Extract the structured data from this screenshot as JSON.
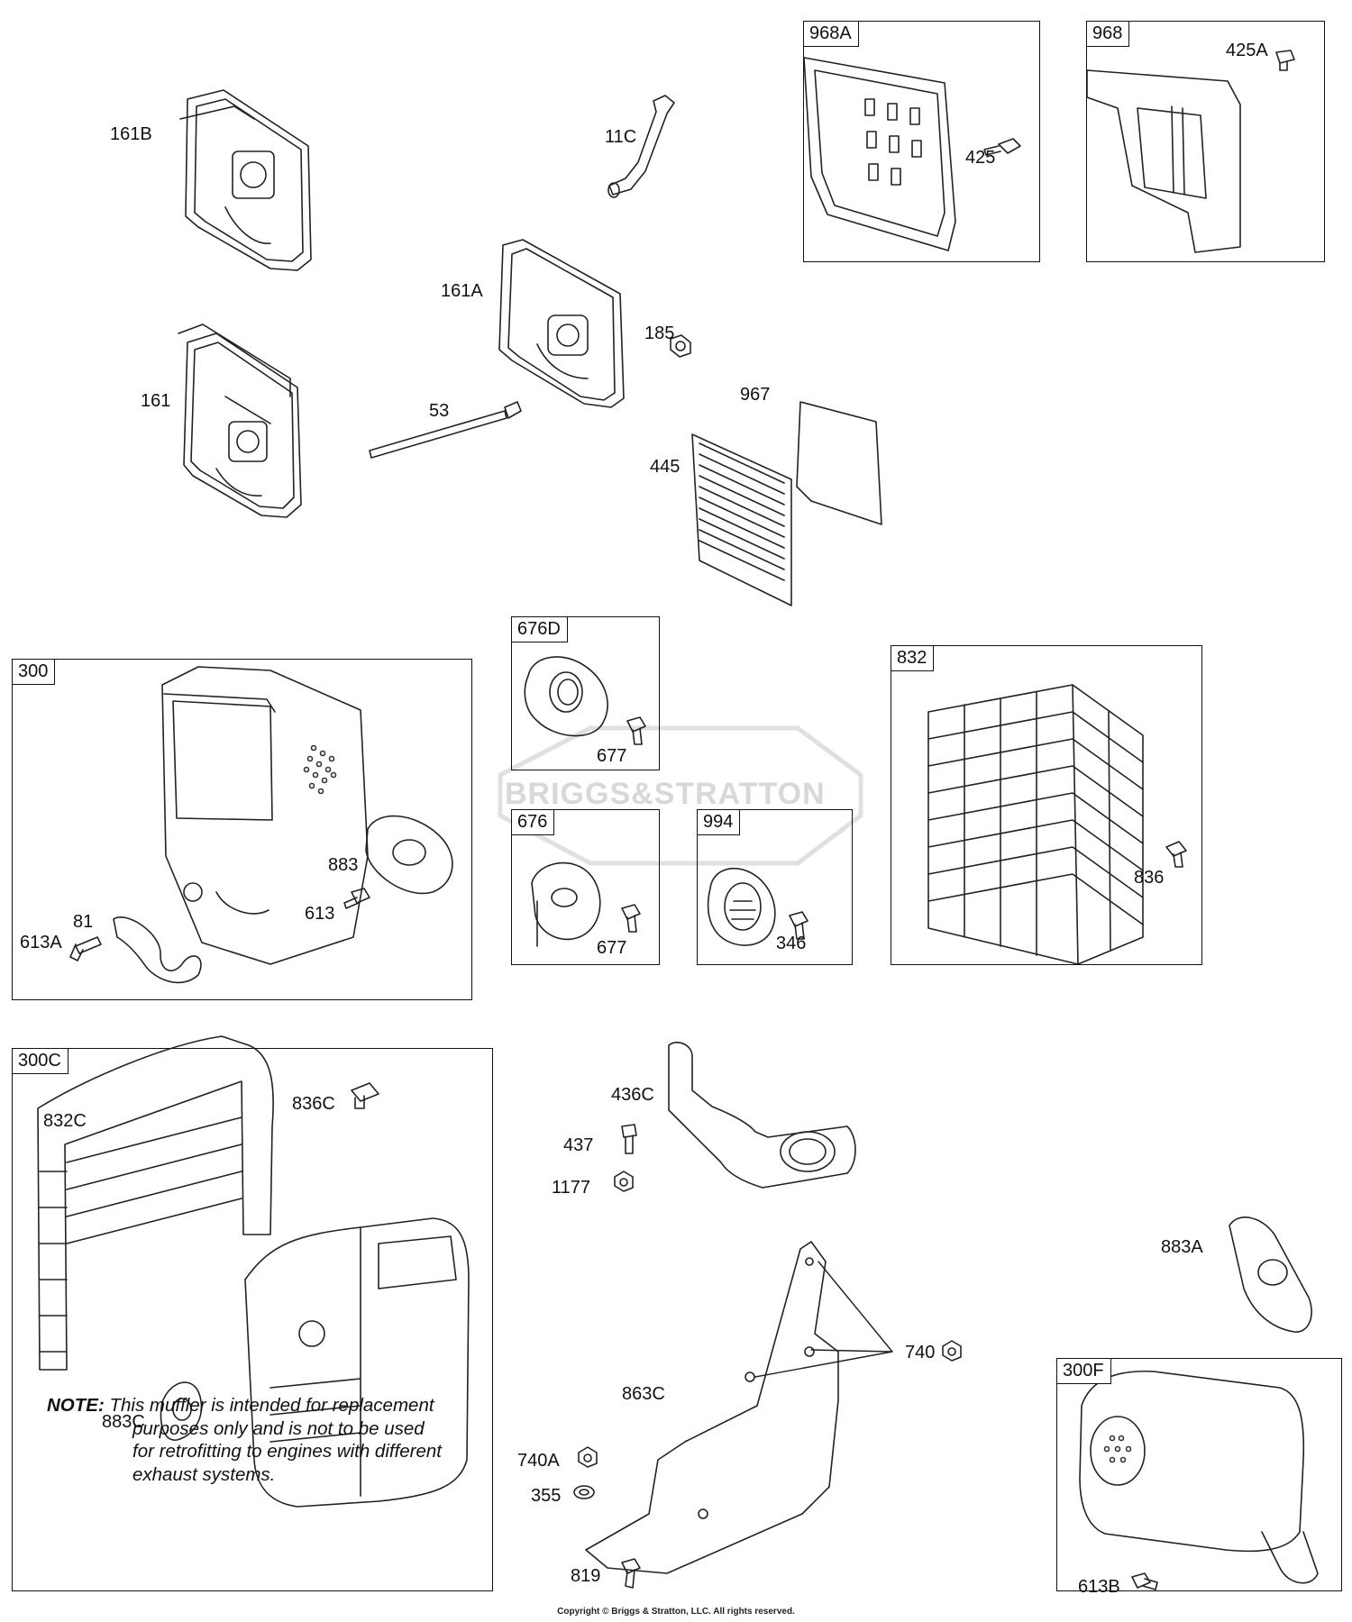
{
  "watermark": "BRIGGS&STRATTON",
  "copyright": "Copyright © Briggs & Stratton, LLC. All rights reserved.",
  "note": {
    "lead": "NOTE:",
    "line1": "This muffler is intended for replacement",
    "line2": "purposes only and is not to be used",
    "line3": "for retrofitting to engines with different",
    "line4": "exhaust systems."
  },
  "boxes": {
    "b968A": "968A",
    "b968": "968",
    "b300": "300",
    "b676D": "676D",
    "b676": "676",
    "b994": "994",
    "b832": "832",
    "b300C": "300C",
    "b300F": "300F"
  },
  "parts": {
    "p161B": "161B",
    "p161": "161",
    "p11C": "11C",
    "p161A": "161A",
    "p185": "185",
    "p53": "53",
    "p967": "967",
    "p445": "445",
    "p425": "425",
    "p425A": "425A",
    "p883": "883",
    "p613": "613",
    "p81": "81",
    "p613A": "613A",
    "p677a": "677",
    "p677b": "677",
    "p346": "346",
    "p836": "836",
    "p836C": "836C",
    "p832C": "832C",
    "p883C": "883C",
    "p436C": "436C",
    "p437": "437",
    "p1177": "1177",
    "p883A": "883A",
    "p740": "740",
    "p863C": "863C",
    "p740A": "740A",
    "p355": "355",
    "p819": "819",
    "p613B": "613B"
  }
}
